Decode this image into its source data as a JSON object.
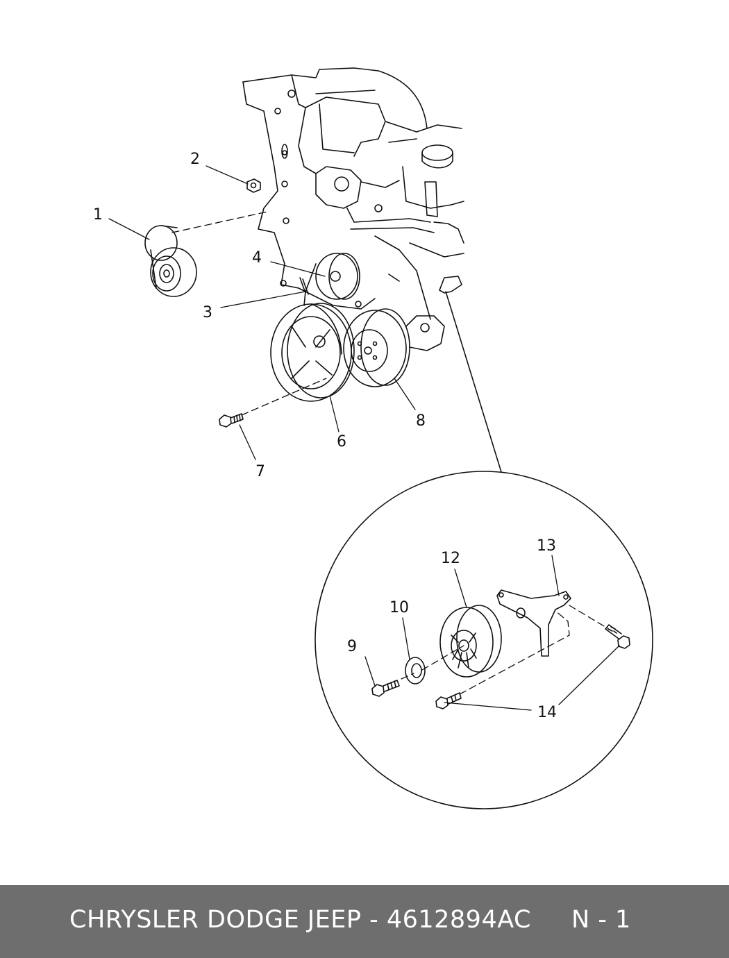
{
  "callouts": [
    {
      "id": "1",
      "label": "1"
    },
    {
      "id": "2",
      "label": "2"
    },
    {
      "id": "3",
      "label": "3"
    },
    {
      "id": "4",
      "label": "4"
    },
    {
      "id": "6",
      "label": "6"
    },
    {
      "id": "7",
      "label": "7"
    },
    {
      "id": "8",
      "label": "8"
    },
    {
      "id": "9",
      "label": "9"
    },
    {
      "id": "10",
      "label": "10"
    },
    {
      "id": "12",
      "label": "12"
    },
    {
      "id": "13",
      "label": "13"
    },
    {
      "id": "14",
      "label": "14"
    }
  ],
  "footer": {
    "part_text": "CHRYSLER DODGE JEEP - 4612894AC",
    "page_ref": "N - 1"
  },
  "colors": {
    "footer_bg": "#6e6e6e",
    "footer_text": "#ffffff",
    "line": "#111111"
  }
}
